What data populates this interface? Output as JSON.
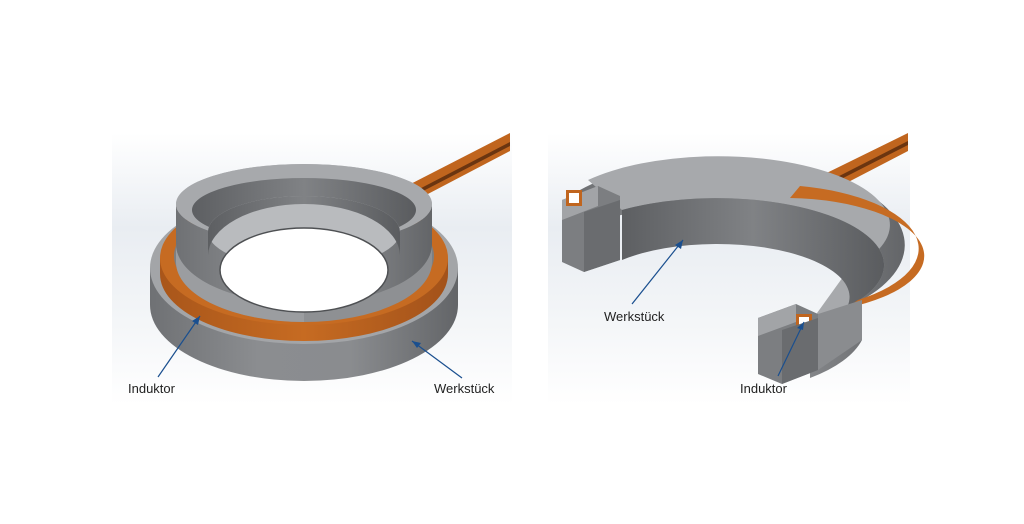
{
  "panels": [
    {
      "inductor_label": "Induktor",
      "workpiece_label": "Werkstück"
    },
    {
      "workpiece_label": "Werkstück",
      "inductor_label": "Induktor"
    }
  ],
  "colors": {
    "copper": "#c0651e",
    "copper_dark": "#8a4512",
    "steel_top": "#9c9ea1",
    "steel_side": "#7f8184",
    "steel_dark": "#5e6063",
    "arrow": "#1a4f8f",
    "background": "#eef1f5"
  }
}
